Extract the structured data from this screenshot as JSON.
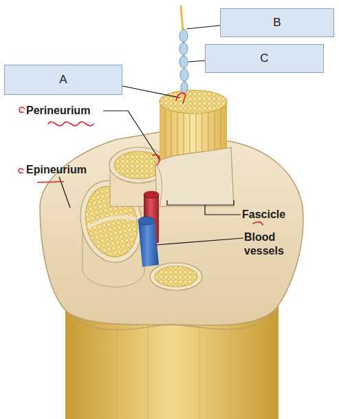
{
  "diagram": {
    "nodes": [
      {
        "text": [
          "B"
        ]
      },
      {
        "text": [
          "C"
        ]
      },
      {
        "text": [
          "A"
        ]
      }
    ],
    "labels": [
      "Perineurium",
      "Epineurium",
      "Fascicle",
      "Blood vessels"
    ]
  }
}
